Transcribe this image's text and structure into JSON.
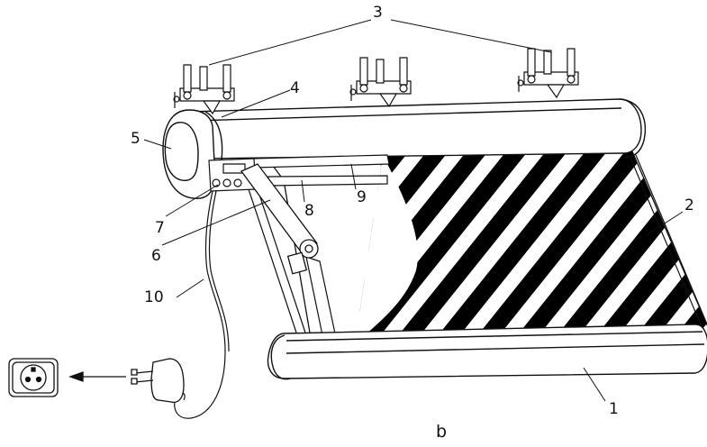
{
  "labels": {
    "l1": "1",
    "l2": "2",
    "l3": "3",
    "l4": "4",
    "l5": "5",
    "l6": "6",
    "l7": "7",
    "l8": "8",
    "l9": "9",
    "l10": "10"
  },
  "caption": "b",
  "colors": {
    "line": "#111111",
    "stripe": "#000000",
    "background": "#ffffff"
  }
}
